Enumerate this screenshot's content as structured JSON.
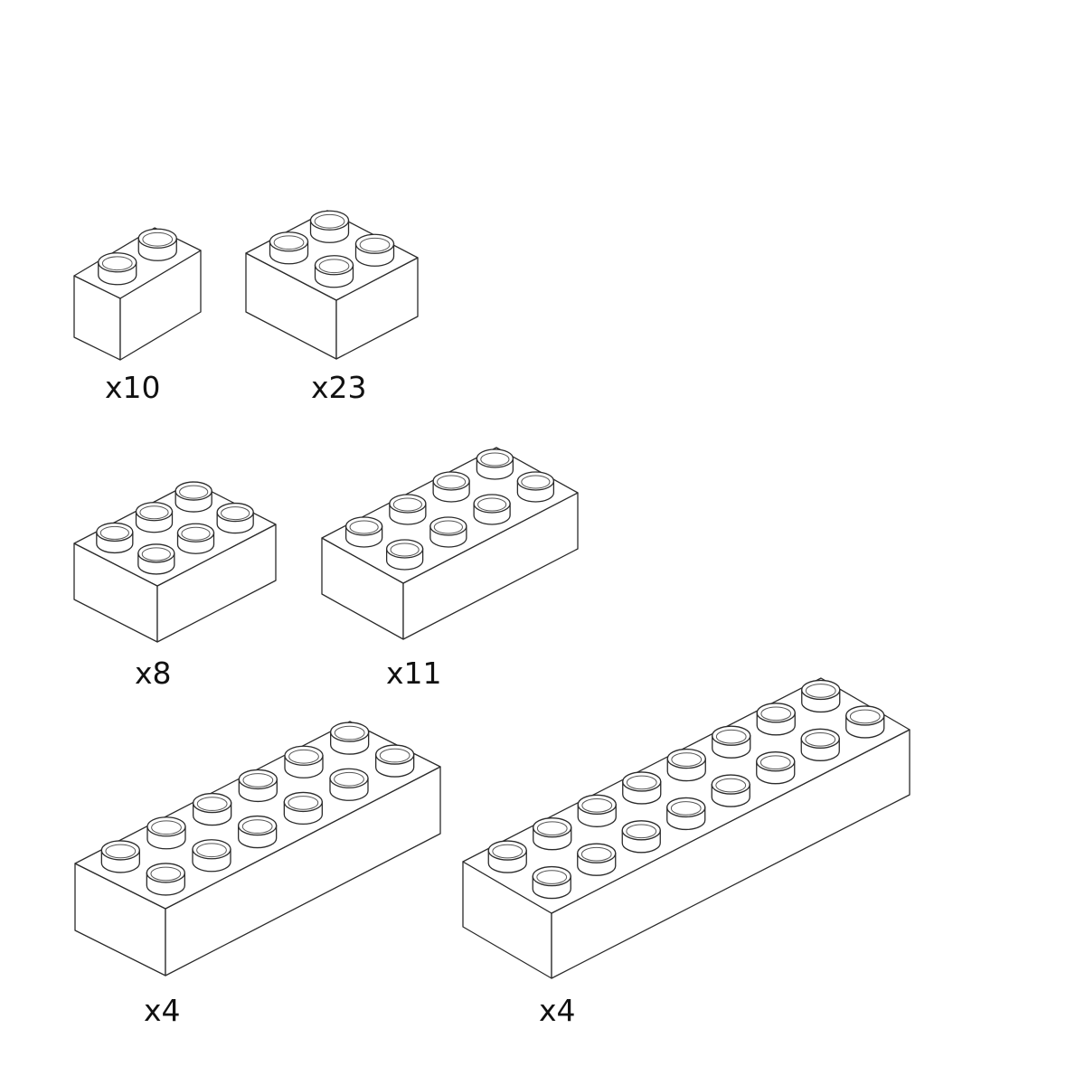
{
  "diagram": {
    "title": "",
    "line_color": "#2b2b2b",
    "background": "#ffffff",
    "bricks": [
      {
        "id": "brick-2x1",
        "studs_wide": 1,
        "studs_long": 2,
        "quantity_label": "x10",
        "quantity": 10
      },
      {
        "id": "brick-2x2",
        "studs_wide": 2,
        "studs_long": 2,
        "quantity_label": "x23",
        "quantity": 23
      },
      {
        "id": "brick-2x3",
        "studs_wide": 2,
        "studs_long": 3,
        "quantity_label": "x8",
        "quantity": 8
      },
      {
        "id": "brick-2x4",
        "studs_wide": 2,
        "studs_long": 4,
        "quantity_label": "x11",
        "quantity": 11
      },
      {
        "id": "brick-2x6",
        "studs_wide": 2,
        "studs_long": 6,
        "quantity_label": "x4",
        "quantity": 4
      },
      {
        "id": "brick-2x8",
        "studs_wide": 2,
        "studs_long": 8,
        "quantity_label": "x4",
        "quantity": 4
      }
    ]
  }
}
